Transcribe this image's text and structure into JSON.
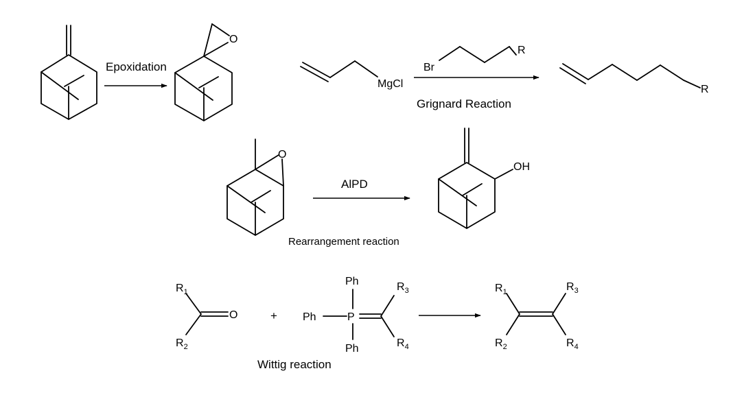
{
  "reactions": [
    {
      "name": "epoxidation",
      "label": "Epoxidation"
    },
    {
      "name": "grignard",
      "label": "Grignard Reaction"
    },
    {
      "name": "rearrangement",
      "label": "Rearrangement reaction",
      "reagent": "AlPD"
    },
    {
      "name": "wittig",
      "label": "Wittig reaction"
    }
  ],
  "atoms": {
    "oxygen": "O",
    "hydroxyl": "OH",
    "mgcl": "MgCl",
    "bromine": "Br",
    "r": "R",
    "phenyl": "Ph",
    "phosphorus": "P",
    "plus": "+",
    "r1": "R",
    "r1_sub": "1",
    "r2": "R",
    "r2_sub": "2",
    "r3": "R",
    "r3_sub": "3",
    "r4": "R",
    "r4_sub": "4"
  }
}
